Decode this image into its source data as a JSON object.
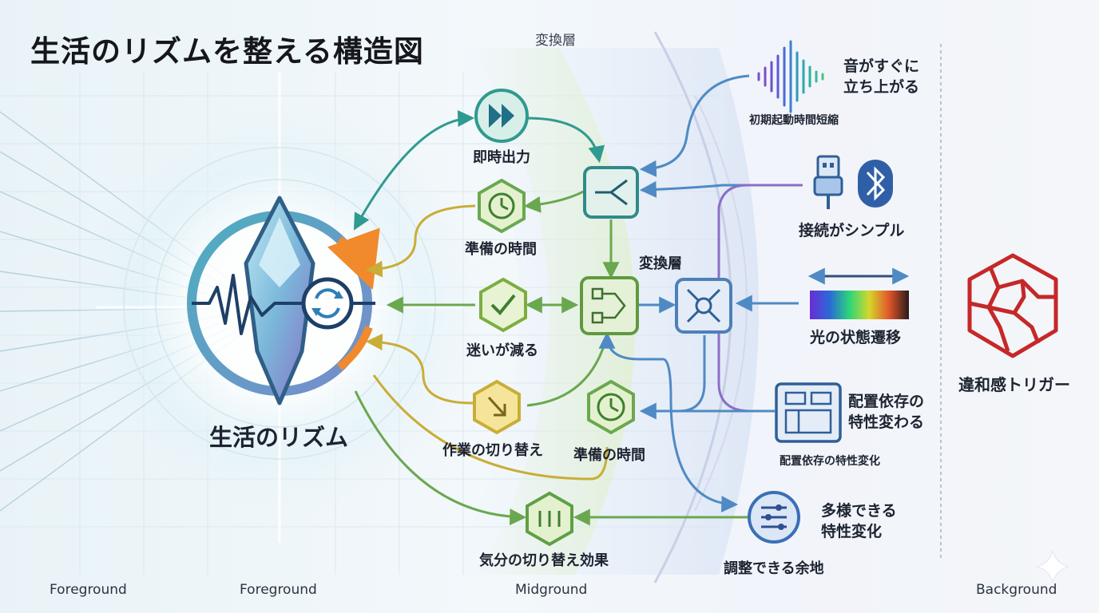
{
  "title": "生活のリズムを整える構造図",
  "top_layer_label": "変換層",
  "mid_layer_label": "変換層",
  "core": {
    "label": "生活のリズム"
  },
  "left_nodes": [
    {
      "id": "instant-output",
      "label": "即時出力",
      "icon": "fast-forward-icon",
      "color": "#2f9a8f"
    },
    {
      "id": "prep-time-1",
      "label": "準備の時間",
      "icon": "clock-refresh-icon",
      "color": "#6aa84f"
    },
    {
      "id": "less-hesitation",
      "label": "迷いが減る",
      "icon": "checkmark-icon",
      "color": "#7cae3e"
    },
    {
      "id": "task-switch",
      "label": "作業の切り替え",
      "icon": "arrow-down-right-icon",
      "color": "#d6b93a"
    },
    {
      "id": "prep-time-2",
      "label": "準備の時間",
      "icon": "clock-icon",
      "color": "#6aa84f"
    },
    {
      "id": "mood-switch",
      "label": "気分の切り替え効果",
      "icon": "sliders-icon",
      "color": "#5fa046"
    }
  ],
  "right_items": [
    {
      "id": "sound-rise",
      "label_line1": "音がすぐに",
      "label_line2": "立ち上がる",
      "caption": "初期起動時間短縮",
      "icon": "sound-wave-icon"
    },
    {
      "id": "connect-simple",
      "label": "接続がシンプル",
      "icon": "usb-bluetooth-icon"
    },
    {
      "id": "light-state",
      "label": "光の状態遷移",
      "icon": "spectrum-icon"
    },
    {
      "id": "placement",
      "label_line1": "配置依存の",
      "label_line2": "特性変わる",
      "caption": "配置依存の特性変化",
      "icon": "layout-icon"
    },
    {
      "id": "adjustable",
      "label_line1": "多様できる",
      "label_line2": "特性変化",
      "caption": "調整できる余地",
      "icon": "mixer-icon"
    }
  ],
  "trigger": {
    "label": "違和感トリガー",
    "icon": "cracked-hexagon-icon",
    "color": "#c62828"
  },
  "footer": {
    "foreground_1": "Foreground",
    "foreground_2": "Foreground",
    "midground": "Midground",
    "background": "Background"
  },
  "colors": {
    "teal": "#2f9a8f",
    "green": "#6aa84f",
    "yellow": "#d6b93a",
    "blue": "#5b8fc7",
    "purple": "#8a6fc7",
    "orange": "#f08a2c",
    "red": "#c62828"
  }
}
